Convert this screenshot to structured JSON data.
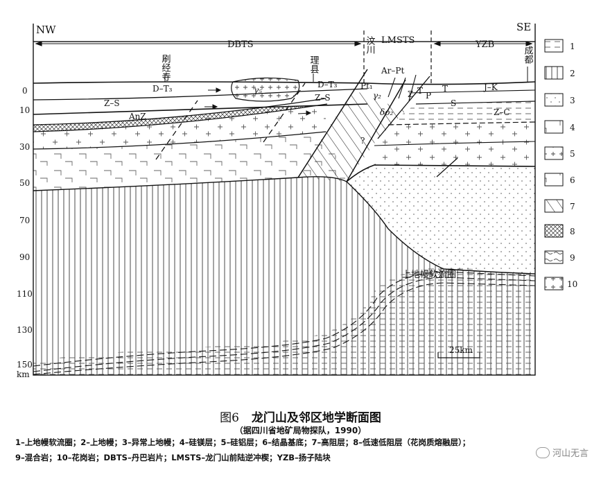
{
  "directions": {
    "left": "NW",
    "right": "SE"
  },
  "zones": {
    "west": "DBTS",
    "middle": "LMSTS",
    "east": "YZB"
  },
  "places": {
    "shuajingsi": "刷经寺",
    "lixian": "理县",
    "wenchuan": "汶川",
    "chengdu": "成都"
  },
  "depth_labels": [
    "0",
    "10",
    "30",
    "50",
    "70",
    "90",
    "110",
    "130",
    "150"
  ],
  "depth_unit": "km",
  "scale_bar": "25km",
  "unit_labels": {
    "d_t3_west": "D–T₃",
    "d_t3_east": "D–T₃",
    "gamma5": "γ₅",
    "z_s_west": "Z–S",
    "z_s_mid": "Z–S",
    "anz": "AnZ",
    "pt": "Pt₁",
    "gamma2": "γ₂",
    "ar_pt": "Ar–Pt",
    "z": "Z",
    "t_mid": "T",
    "p": "P",
    "t_east": "T",
    "s": "S",
    "j_k": "J–K",
    "z_c": "Z–C",
    "delta_o2": "δο₂",
    "question": "?",
    "soft_flow_label": "上地幔软流圈"
  },
  "legend_numbers": [
    "1",
    "2",
    "3",
    "4",
    "5",
    "6",
    "7",
    "8",
    "9",
    "10"
  ],
  "caption": {
    "figure_number": "图6",
    "title": "龙门山及邻区地学断面图",
    "source": "（据四川省地矿局物探队，1990）",
    "legend_line1": "1–上地幔软流圈；2–上地幔；3–异常上地幔；4–硅镁层；5–硅铝层；6–结晶基底；7–高阻层；8–低速低阻层（花岗质熔融层）；",
    "legend_line2": "9–混合岩；10–花岗岩；DBTS–丹巴岩片；LMSTS–龙门山前陆逆冲楔；YZB–扬子陆块"
  },
  "watermark": "河山无言"
}
